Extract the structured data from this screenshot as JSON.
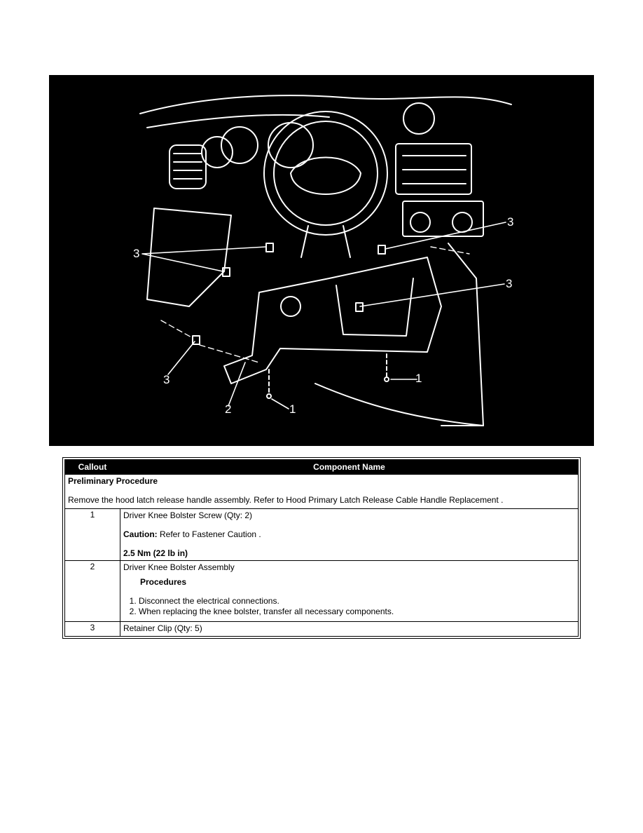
{
  "figure": {
    "callouts": [
      "3",
      "3",
      "3",
      "3",
      "1",
      "1",
      "2"
    ]
  },
  "table": {
    "headers": {
      "callout": "Callout",
      "component": "Component Name"
    },
    "preliminary": {
      "title": "Preliminary Procedure",
      "text": "Remove the hood latch release handle assembly. Refer to Hood Primary Latch Release Cable Handle Replacement ."
    },
    "rows": [
      {
        "callout": "1",
        "name": "Driver Knee Bolster Screw (Qty: 2)",
        "caution_label": "Caution:",
        "caution_text": " Refer to Fastener Caution .",
        "torque": "2.5 Nm (22 lb in)"
      },
      {
        "callout": "2",
        "name": "Driver Knee Bolster Assembly",
        "procedures_title": "Procedures",
        "steps": [
          "Disconnect the electrical connections.",
          "When replacing the knee bolster, transfer all necessary components."
        ]
      },
      {
        "callout": "3",
        "name": "Retainer Clip (Qty: 5)"
      }
    ]
  }
}
